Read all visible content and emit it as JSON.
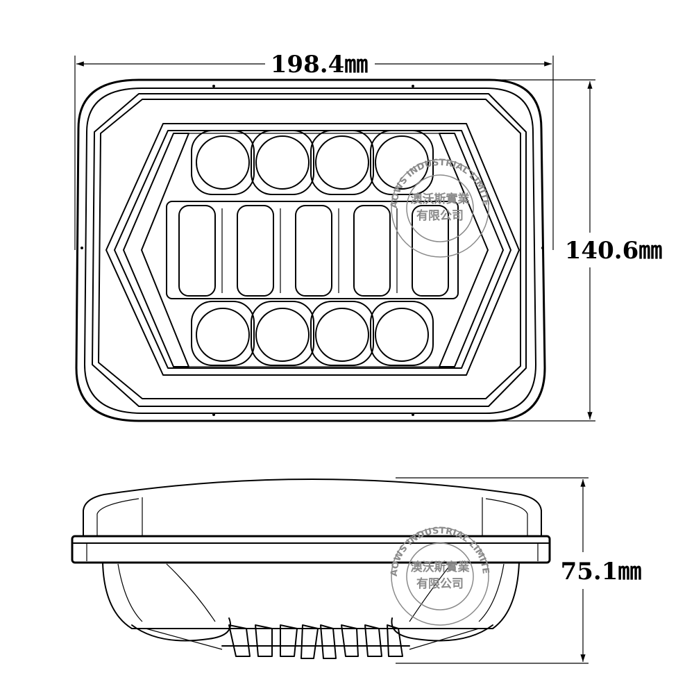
{
  "dimensions": {
    "width_label": "198.4㎜",
    "height_label": "140.6㎜",
    "depth_label": "75.1㎜"
  },
  "stamp": {
    "line1": "澳沃斯實業",
    "line2": "有限公司",
    "ring_text": "AOWS INDUSTRIAL LIMITED"
  },
  "colors": {
    "line": "#000000",
    "stamp": "#8a8a8a",
    "background": "#ffffff"
  }
}
